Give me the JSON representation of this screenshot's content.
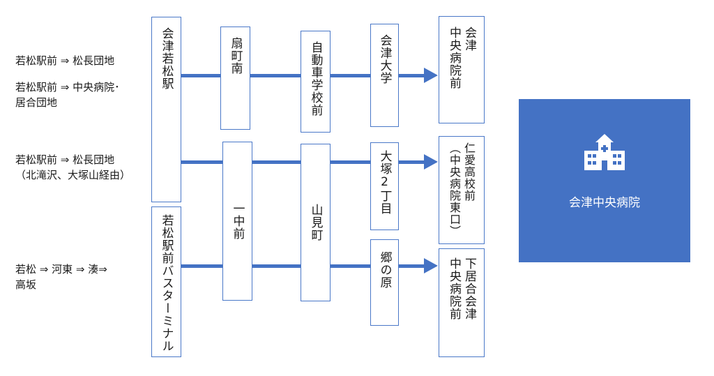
{
  "routes": [
    {
      "id": "r1",
      "label": "若松駅前 ⇒ 松長団地"
    },
    {
      "id": "r2",
      "label": "若松駅前 ⇒ 中央病院･\n居合団地"
    },
    {
      "id": "r3",
      "label": "若松駅前 ⇒ 松長団地\n（北滝沢、大塚山経由）"
    },
    {
      "id": "r4",
      "label": "若松 ⇒ 河東 ⇒ 湊⇒\n高坂"
    }
  ],
  "stops": {
    "aizuwakamatsu": "会津若松駅",
    "wakamatsu_bus_terminal": "若松駅前バスターミナル",
    "sencho_minami": "扇町南",
    "icchu_mae": "一中前",
    "jidosha_gakko": "自動車学校前",
    "yamamicho": "山見町",
    "aizu_daigaku": "会津大学",
    "otsuka_2chome": "大塚2丁目",
    "go_no_hara": "郷の原",
    "dest_aizu_chuo": "会津\n中央病院前",
    "dest_jinai": "仁愛高校前\n（中央病院東口）",
    "dest_shimoi": "下居合会津\n中央病院前"
  },
  "hospital": {
    "name": "会津中央病院",
    "icon": "hospital-icon",
    "color": "#4472c4"
  }
}
